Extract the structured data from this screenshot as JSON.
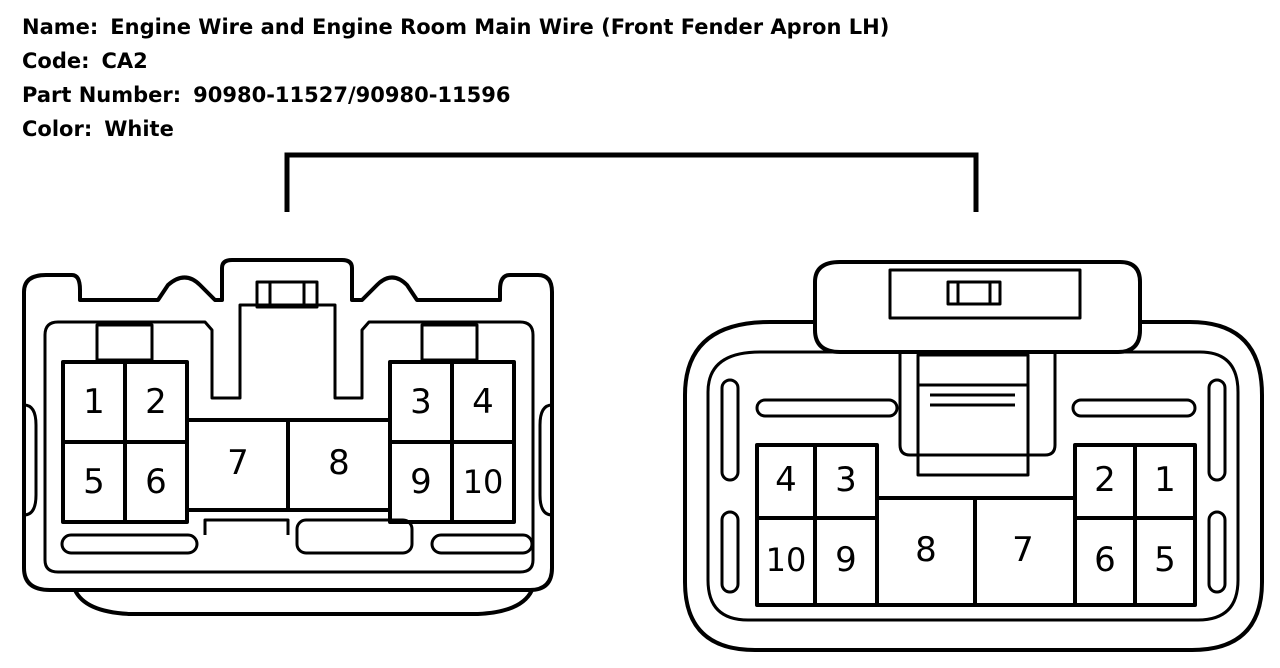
{
  "header": {
    "name_label": "Name:",
    "name_value": "Engine Wire and Engine Room Main Wire (Front Fender Apron LH)",
    "code_label": "Code:",
    "code_value": "CA2",
    "part_label": "Part Number:",
    "part_value": "90980-11527/90980-11596",
    "color_label": "Color:",
    "color_value": "White"
  },
  "left_connector": {
    "pins": [
      "1",
      "2",
      "3",
      "4",
      "5",
      "6",
      "7",
      "8",
      "9",
      "10"
    ]
  },
  "right_connector": {
    "pins": [
      "4",
      "3",
      "2",
      "1",
      "10",
      "9",
      "8",
      "7",
      "6",
      "5"
    ]
  }
}
